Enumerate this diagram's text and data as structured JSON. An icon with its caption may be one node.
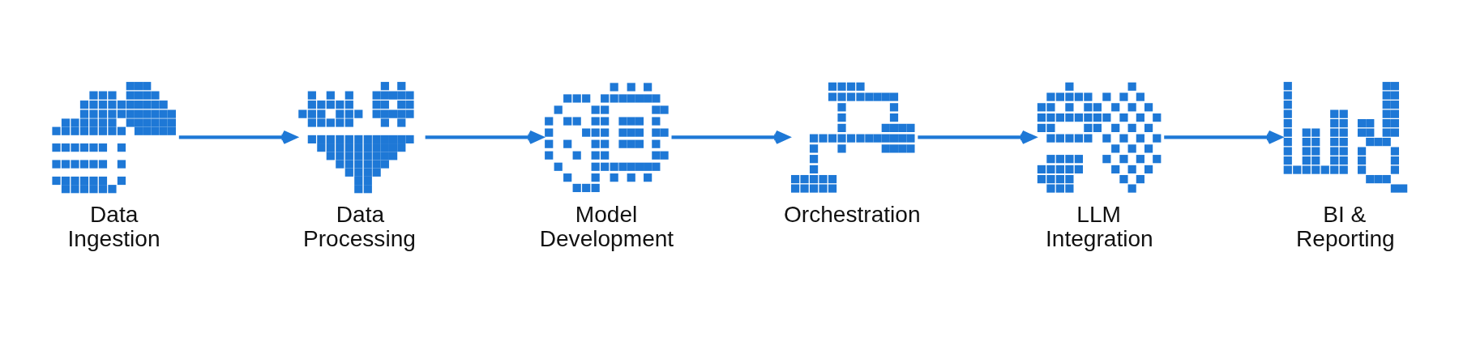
{
  "diagram": {
    "nodes": [
      {
        "text": [],
        "shape": "picture",
        "beside": [
          "Data Ingestion"
        ]
      },
      {
        "text": [],
        "shape": "picture",
        "beside": [
          "Data Processing"
        ]
      },
      {
        "text": [],
        "shape": "picture",
        "beside": [
          "Model Development"
        ]
      },
      {
        "text": [],
        "shape": "picture",
        "beside": [
          "Orchestration"
        ]
      },
      {
        "text": [],
        "shape": "picture",
        "beside": [
          "LLM Integration"
        ]
      },
      {
        "text": [],
        "shape": "picture",
        "beside": [
          "BI & Reporting"
        ]
      }
    ],
    "edges": [
      {
        "from": 0,
        "to": 1,
        "arrow": "to"
      },
      {
        "from": 1,
        "to": 2,
        "arrow": "to"
      },
      {
        "from": 2,
        "to": 3,
        "arrow": "to"
      },
      {
        "from": 3,
        "to": 4,
        "arrow": "to"
      },
      {
        "from": 4,
        "to": 5,
        "arrow": "to"
      }
    ]
  }
}
